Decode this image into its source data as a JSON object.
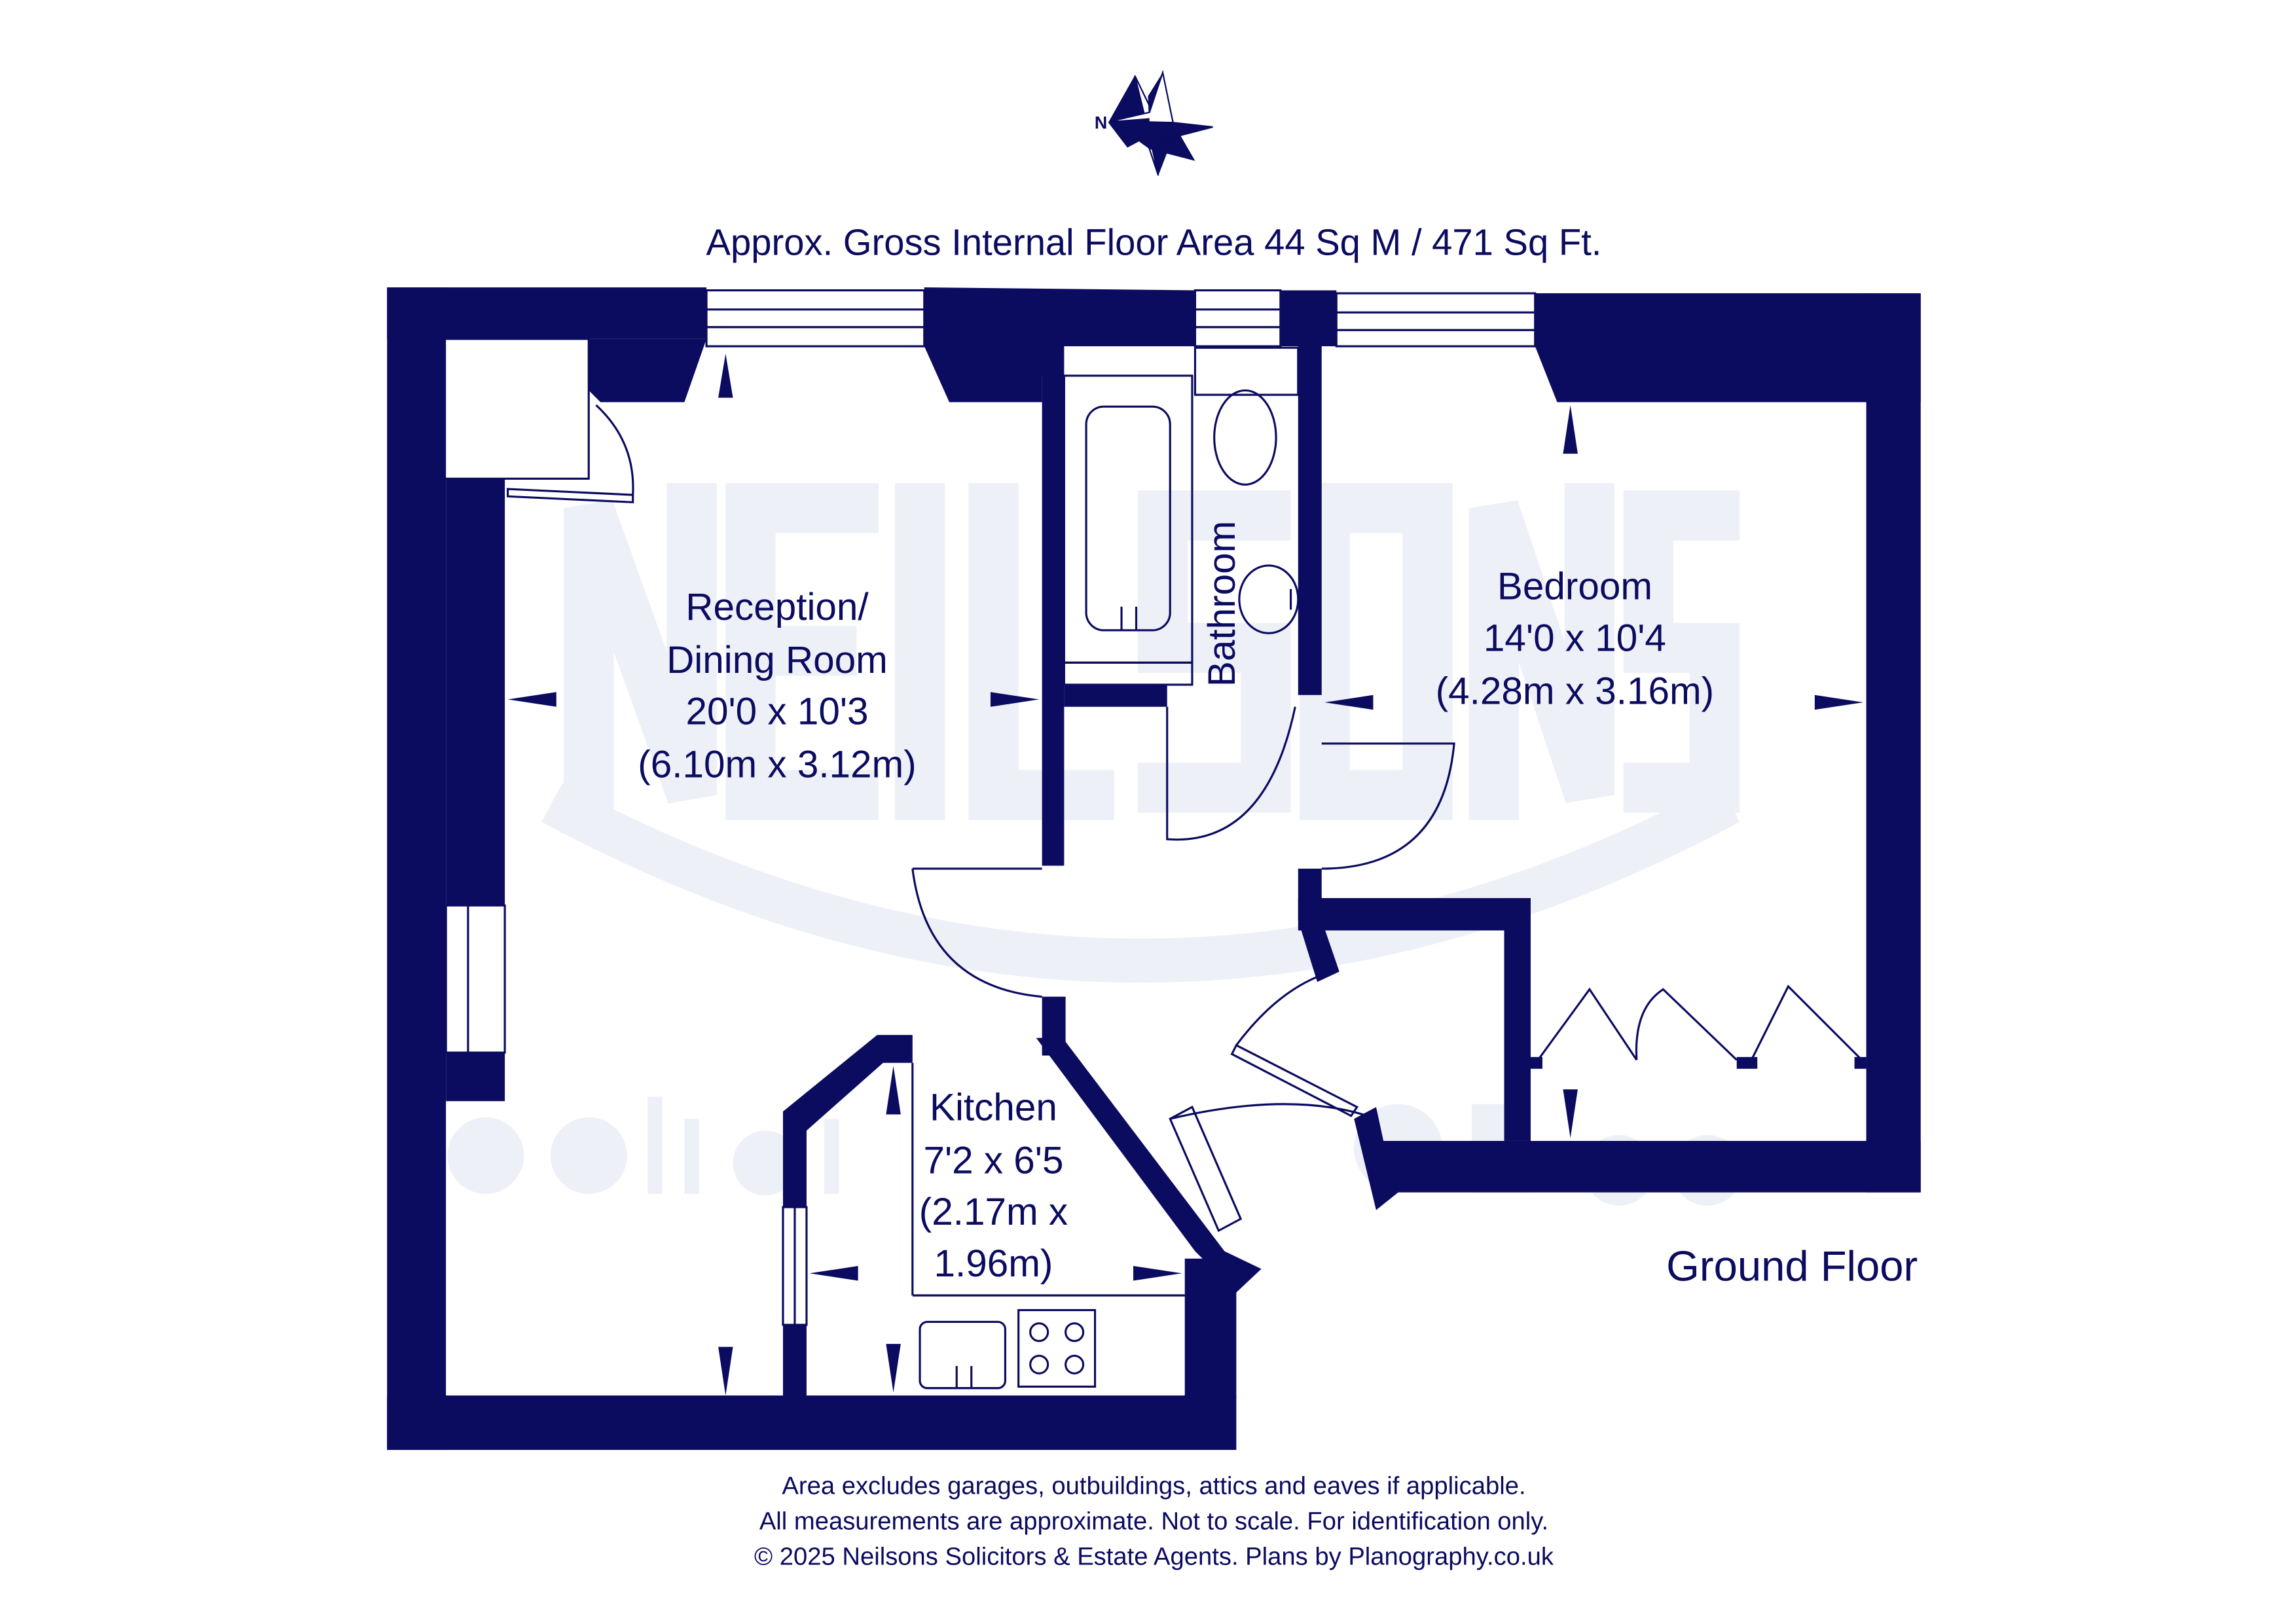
{
  "colors": {
    "ink": "#0b0b60",
    "watermark": "#eef0f8",
    "background": "#ffffff"
  },
  "compass": {
    "label": "N",
    "icon": "compass-rose-icon"
  },
  "title": "Approx. Gross Internal Floor Area 44 Sq M / 471 Sq Ft.",
  "watermark": {
    "brand": "NEILSONS",
    "tagline": "solicitors & Estate Agents"
  },
  "rooms": {
    "reception": {
      "line1": "Reception/",
      "line2": "Dining Room",
      "imperial": "20'0 x 10'3",
      "metric": "(6.10m x 3.12m)"
    },
    "bedroom": {
      "name": "Bedroom",
      "imperial": "14'0 x 10'4",
      "metric": "(4.28m x 3.16m)"
    },
    "bathroom": {
      "name": "Bathroom"
    },
    "kitchen": {
      "name": "Kitchen",
      "imperial": "7'2 x 6'5",
      "metric1": "(2.17m x",
      "metric2": "1.96m)"
    }
  },
  "floor_label": "Ground Floor",
  "footer": {
    "line1": "Area excludes garages, outbuildings, attics and eaves if applicable.",
    "line2": "All measurements are approximate. Not to scale. For identification only.",
    "line3": "© 2025 Neilsons Solicitors & Estate Agents. Plans by Planography.co.uk"
  }
}
